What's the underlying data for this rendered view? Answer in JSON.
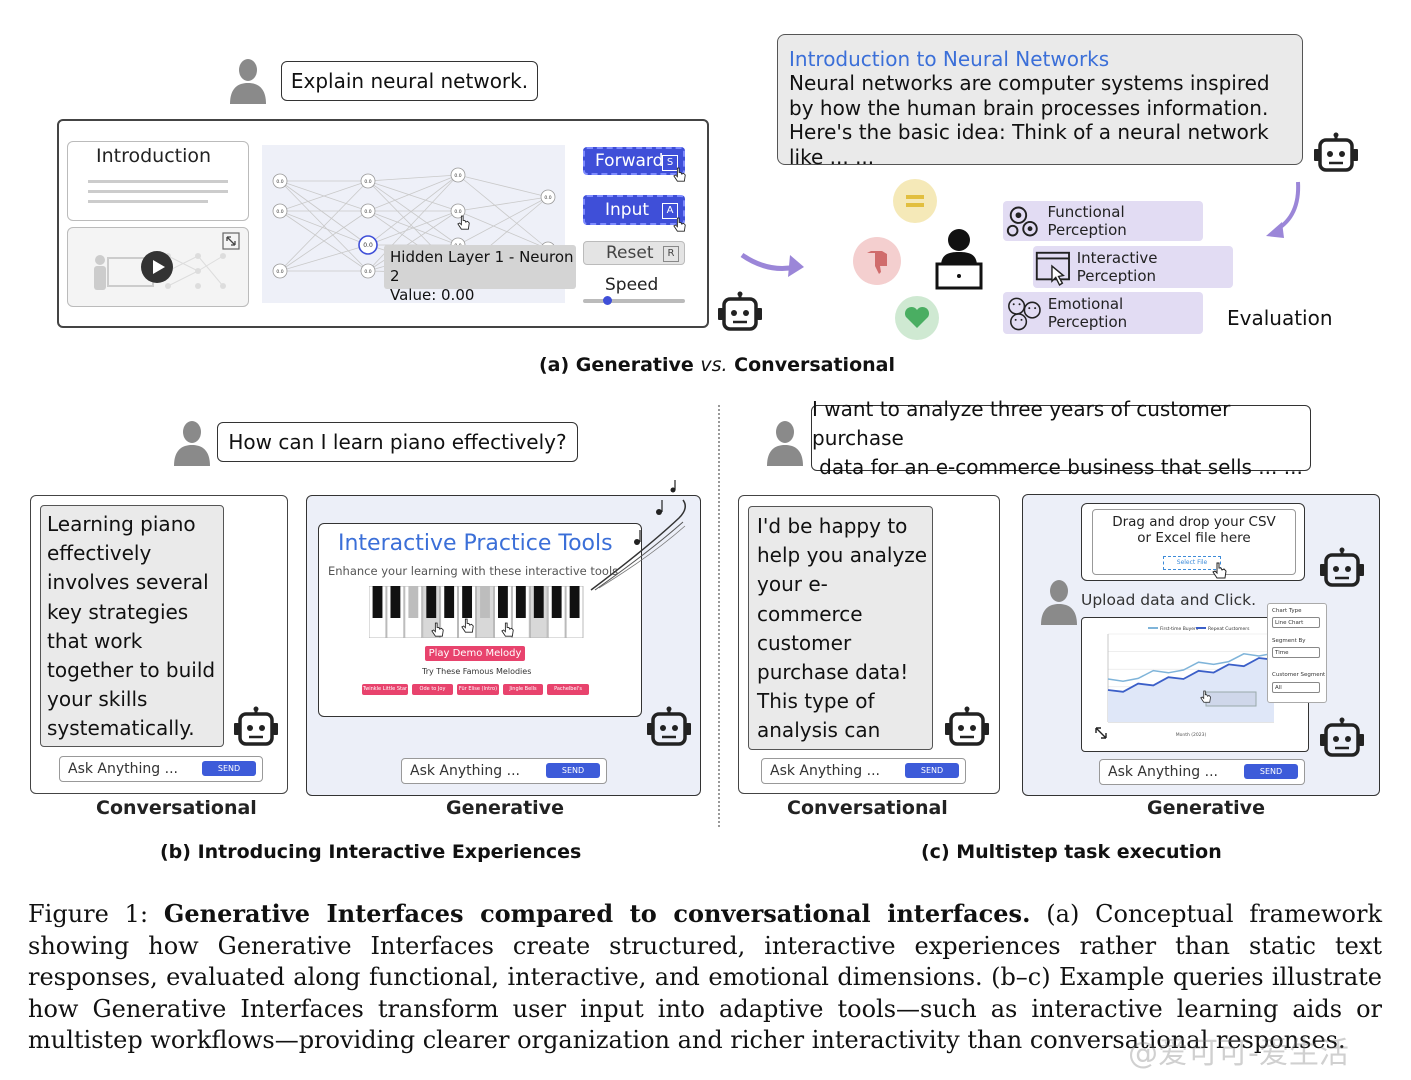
{
  "panel_a": {
    "user_prompt": "Explain neural network.",
    "intro_title": "Introduction",
    "controls": {
      "forward": "Forward",
      "forward_key": "S",
      "input": "Input",
      "input_key": "A",
      "reset": "Reset",
      "reset_key": "R",
      "speed": "Speed"
    },
    "neuron_value": "0.0",
    "tooltip_line1": "Hidden Layer 1 - Neuron 2",
    "tooltip_line2": "Value: 0.00",
    "response_title": "Introduction to Neural Networks",
    "response_body": "Neural networks are computer systems inspired by how the human brain processes information. Here's the basic idea: Think of a neural network like ... ...",
    "perceptions": [
      "Functional Perception",
      "Interactive Perception",
      "Emotional Perception"
    ],
    "evaluation": "Evaluation",
    "caption_pre": "(a) Generative ",
    "caption_vs": "vs.",
    "caption_post": " Conversational"
  },
  "panel_b": {
    "user_prompt": "How can I learn piano effectively?",
    "conv_text": "Learning piano effectively involves several key strategies that work together to build your skills systematically. Start with proper",
    "gen_title": "Interactive Practice Tools",
    "gen_subtitle": "Enhance your learning with these interactive tools",
    "play_button": "Play Demo Melody",
    "melodies_heading": "Try These Famous Melodies",
    "melody_buttons": [
      "Twinkle Little Star",
      "Ode to Joy",
      "Für Elise (Intro)",
      "Jingle Bells",
      "Pachelbel's Canon"
    ],
    "ask_placeholder": "Ask Anything ...",
    "send_label": "SEND",
    "label_conv": "Conversational",
    "label_gen": "Generative",
    "caption": "(b) Introducing Interactive Experiences"
  },
  "panel_c": {
    "user_prompt_line1": "I want to analyze three years of customer purchase",
    "user_prompt_line2": "data  for an e-commerce business that sells ... ...",
    "conv_text": "I'd be happy to help you analyze your e-commerce customer purchase data! This type of analysis can provide valuable",
    "drop_line1": "Drag and drop your CSV",
    "drop_line2": "or Excel file here",
    "select_file": "Select File",
    "upload_note": "Upload data and Click.",
    "chart_type_label": "Chart Type",
    "chart_type_value": "Line Chart",
    "segment_label": "Segment By",
    "segment_value": "Time",
    "customer_segment_label": "Customer Segment",
    "customer_segment_value": "All",
    "legend": [
      "First-time Buyers",
      "Repeat Customers"
    ],
    "x_axis_label": "Month (2023)",
    "ask_placeholder": "Ask Anything ...",
    "send_label": "SEND",
    "label_conv": "Conversational",
    "label_gen": "Generative",
    "caption": "(c) Multistep task execution"
  },
  "figure_caption": {
    "prefix": "Figure 1: ",
    "bold": "Generative Interfaces compared to conversational interfaces.",
    "body": " (a) Conceptual framework showing how Generative Interfaces create structured, interactive experiences rather than static text responses, evaluated along functional, interactive, and emotional dimensions. (b–c) Example queries illustrate how Generative Interfaces transform user input into adaptive tools—such as interactive learning aids or multistep workflows—providing clearer organization and richer interactivity than conversational responses."
  },
  "watermark": "@爱可可-爱生活",
  "colors": {
    "accent_blue": "#3f4fd8",
    "title_blue": "#3b6fd8",
    "pink": "#e8436d",
    "perception_bg": "#e2dcf3",
    "arrow_purple": "#9b86d8"
  }
}
